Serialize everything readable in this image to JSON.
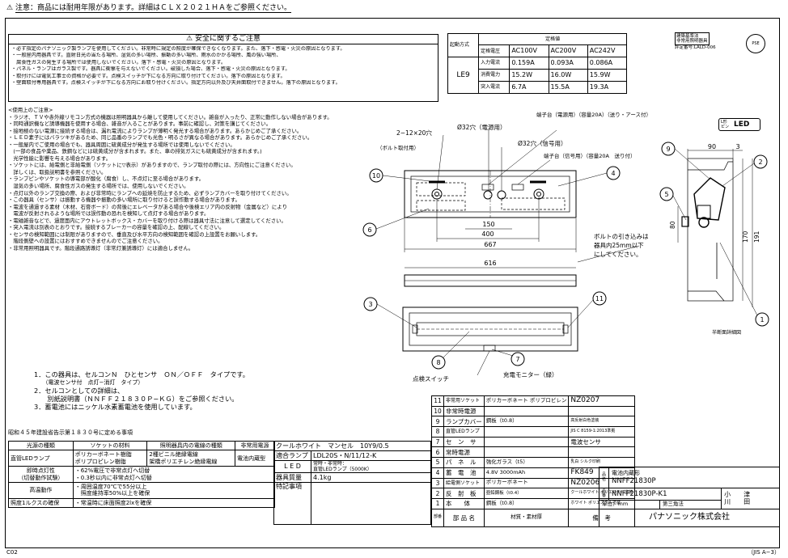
{
  "header": {
    "warning_symbol": "⚠",
    "note": "注意：商品には耐用年限があります。詳細はＣＬＸ２０２１ＨＡをご参照ください。"
  },
  "safety": {
    "title": "安全に関するご注意",
    "lines": [
      "・必ず指定のパナソニック製ランプを使用してください。非常時に規定の照度が確保できなくなります。また、落下・感電・火災の原因となります。",
      "・一般屋内用器具です。直射日光の当たる場所、湿気の多い場所、振動の多い場所、雨水のかかる場所、風の強い場所、",
      "　腐食性ガスの発生する場所では使用しないでください。落下・感電・火災の原因となります。",
      "・パネル・ランプはガラス製です。器具に衝撃を与えないでください。破損した場合、落下・感電・火災の原因となります。",
      "・取付けには電気工事士の資格が必要です。点検スイッチが下になる方向に取り付けてください。落下の原因となります。",
      "・壁面取付専用器具です。点検スイッチが下になる方向にお取り付けください。指定方向以外及び天井面取付できません。落下の原因となります。"
    ]
  },
  "rating": {
    "start_method_label": "起動方式",
    "start_method": "LE9",
    "header": "定格値",
    "rows": [
      {
        "label": "定格電圧",
        "v1": "AC100V",
        "v2": "AC200V",
        "v3": "AC242V"
      },
      {
        "label": "入力電流",
        "v1": "0.159A",
        "v2": "0.093A",
        "v3": "0.086A"
      },
      {
        "label": "消費電力",
        "v1": "15.2W",
        "v2": "16.0W",
        "v3": "15.9W"
      },
      {
        "label": "突入電流",
        "v1": "6.7A",
        "v2": "15.5A",
        "v3": "19.3A"
      }
    ]
  },
  "cert": {
    "line1": "建築基準法",
    "line2": "非常用照明器具",
    "number": "評定番号:LALD-006",
    "pse": "PSE"
  },
  "led_logo": {
    "label": "L形ピン",
    "text": "LED"
  },
  "usage": {
    "title": "<使用上のご注意>",
    "lines": [
      "・ラジオ、ＴＶや赤外線リモコン方式の機器は照明器具から離して使用してください。雑音が入ったり、正常に動作しない場合があります。",
      "・同時通訳機など誘導機器を使用する場合、雑音が入ることがあります。事前に確認し、対策を講じてください。",
      "・接地極のない電源に接続する場合は、漏れ電流によりランプが薄明く発光する場合があります。あらかじめご了承ください。",
      "・ＬＥＤ素子にはバラツキがあるため、同じ品番のランプでも光色・明るさが異なる場合があります。あらかじめご了承ください。",
      "・一般屋内でご使用の場合でも、器具周囲に硫黄成分が発生する場所では使用しないでください。",
      "　(一部の食品や薬品、鉄鋼などには硫黄成分が含まれます。また、車の排気ガスにも硫黄成分が含まれます。)",
      "　光学性能に影響を与える場合があります。",
      "・ソケットには、給電側と非給電側（ソケットに▽表示）がありますので、ランプ取付の際には、方向性にご注意ください。",
      "　詳しくは、取扱説明書を参照ください。",
      "・ランプピンやソケットの導電部が酸化（腐食）し、不点灯に至る場合があります。",
      "　湿気の多い場所、腐食性ガスの発生する場所では、使用しないでください。",
      "・点灯以外のランプ交換の際、および非常時にランプへの延焼を防止するため、必ずランプカバーを取り付けてください。",
      "・この器具（センサ）は振動する機器や振動の多い場所に取り付けると誤作動する場合があります。",
      "・電波を通過する素材（木材、石膏ボード）の背後にエレベータがある場合や後検エリア内の反射物（金属など）により",
      "　電波が反射されるような場所では誤作動の恐れを検知して点灯する場合があります。",
      "・電磁雑音などで、過度面内にアウトレットボックス・カバーを取り付ける際は器具寸法に注意して選定してください。",
      "・突入電流は別表のとおりです。接続するブレーカーの容量を確認の上、配線してください。",
      "・センサの検知範囲には制限がありますので、垂直及び水平方向の検知範囲を確認の上設置をお願いします。",
      "　階段側壁への設置にはおすすめできませんのでご注意ください。",
      "・非常用照明器具です。階段通路誘導灯（非常灯兼誘導灯）には適合しません。"
    ]
  },
  "drawing": {
    "callouts": [
      "1",
      "2",
      "3",
      "4",
      "5",
      "6",
      "7",
      "8",
      "9",
      "10",
      "11"
    ],
    "hole_power": "Ø32穴（電源用）",
    "holes_bolt": "2−12×20穴",
    "bolt_label": "（ボルト取付用）",
    "hole_signal": "Ø32穴（信号用）",
    "terminal_power": "端子台（電源用）（容量20A）（送り・アース付）",
    "terminal_signal": "端子台（信号用）（容量20A　送り付）",
    "bolt_note": [
      "ボルトの引き込みは",
      "器具内25mm以下",
      "にしてください。"
    ],
    "dims": {
      "d150": "150",
      "d400": "400",
      "d667": "667",
      "d616": "616",
      "d90": "90",
      "d3": "3",
      "d170": "170",
      "d191": "191",
      "d80": "80"
    },
    "check_switch": "点検スイッチ",
    "charge_monitor": "充電モニター（緑）",
    "section_label": "半断面詳細図"
  },
  "notes": {
    "lines": [
      "1．この器具は、セルコンＮ　ひとセンサ　ＯＮ／ＯＦＦ　タイプです。",
      "　　（電波センサ付　点灯−消灯　タイプ）",
      "2．セルコンとしての詳細は、",
      "　　別紙説明書（ＮＮＦＦ２１８３０Ｐ−ＫＧ）をご参照ください。",
      "3．蓄電池にはニッケル水素蓄電池を使用しています。"
    ]
  },
  "law_note": "昭和４５年建設省告示第１８３０号に定める事項",
  "spec1": {
    "headers": [
      "光源の種類",
      "ソケットの材料",
      "照明器具内の電線の種類",
      "非常用電源"
    ],
    "row1": [
      "直管LEDランプ",
      "ポリカーボネート樹脂",
      "2種ビニル絶縁電線",
      "電池内蔵型"
    ],
    "row1b": [
      "",
      "ポリプロピレン樹脂",
      "架橋ポリエチレン絶縁電線"
    ],
    "row2_label": "即時点灯性",
    "row2_sub": "（切替動作試験）",
    "row2_vals": [
      "・62%電圧で非常点灯へ切替",
      "・0.3秒以内に非常点灯へ切替"
    ],
    "row3_label": "高温動作",
    "row3_vals": [
      "・周囲温度70℃で55分以上",
      "　照度維持率50%以上を確保"
    ],
    "row4_label": "照度1ルクスの確保",
    "row4_val": "・常温時に床面照度2lxを確保"
  },
  "spec2": {
    "row1": [
      "クールホワイト　マンセル　10Y9/0.5"
    ],
    "row2_label": "適合ランプ",
    "row2_val": "LDL20S・N/11/12-K",
    "row3_label": "L E D",
    "row3_val1": "常時・非常時：",
    "row3_val2": "直管LEDランプ（5000K）",
    "row4_label": "器具質量",
    "row4_val": "4.1kg",
    "row5_label": "特記事項"
  },
  "parts": [
    {
      "no": "11",
      "name": "非常用ソケット",
      "mat": "ポリカーボネート ポリプロピレン",
      "rem": "NZ0207",
      "type": "small"
    },
    {
      "no": "10",
      "name": "非常時電源",
      "mat": "",
      "rem": ""
    },
    {
      "no": "9",
      "name": "ランプカバー",
      "mat": "鋼板（t0.8）",
      "rem": "高反射白色塗装",
      "type": "remsmall"
    },
    {
      "no": "8",
      "name": "直管LEDランプ",
      "mat": "",
      "rem": "JIS C 8159-1:2013準拠",
      "type": "remsmall"
    },
    {
      "no": "7",
      "name": "セ　ン　サ",
      "mat": "",
      "rem": "電波センサ"
    },
    {
      "no": "6",
      "name": "常時電源",
      "mat": "",
      "rem": ""
    },
    {
      "no": "5",
      "name": "パ　ネ　ル",
      "mat": "強化ガラス（t5）",
      "rem": "乳白 シルク印刷",
      "type": "remsmall"
    },
    {
      "no": "4",
      "name": "蓄　電　池",
      "mat": "4.8V 3000mAh",
      "rem": "FK849"
    },
    {
      "no": "3",
      "name": "給電側ソケット",
      "mat": "ポリカーボネート",
      "rem": "NZ0206"
    },
    {
      "no": "2",
      "name": "反　射　板",
      "mat": "亜鉛鋼板（t0.4）",
      "rem": "クールホワイト ポリエステル塗装",
      "type": "remsmall"
    },
    {
      "no": "1",
      "name": "本　　体",
      "mat": "鋼板（t0.8）",
      "rem": "ホワイト ポリエステル塗装",
      "type": "remsmall"
    }
  ],
  "parts_footer": {
    "col0": "部番",
    "col1": "部 品 名",
    "col2": "材質・素材厚",
    "col3": "備　考"
  },
  "title_block": {
    "name_label": "品名",
    "name1": "電池内蔵形",
    "name2": "NNFF21830P",
    "model_label": "品番",
    "model": "NNFF21830P-K1",
    "person1": "小　　津",
    "person2": "川　　田",
    "unit": "単位：mm",
    "angle": "第三角法",
    "company": "パナソニック株式会社"
  },
  "footer": {
    "left": "C02",
    "right": "（JIS A−3）"
  }
}
